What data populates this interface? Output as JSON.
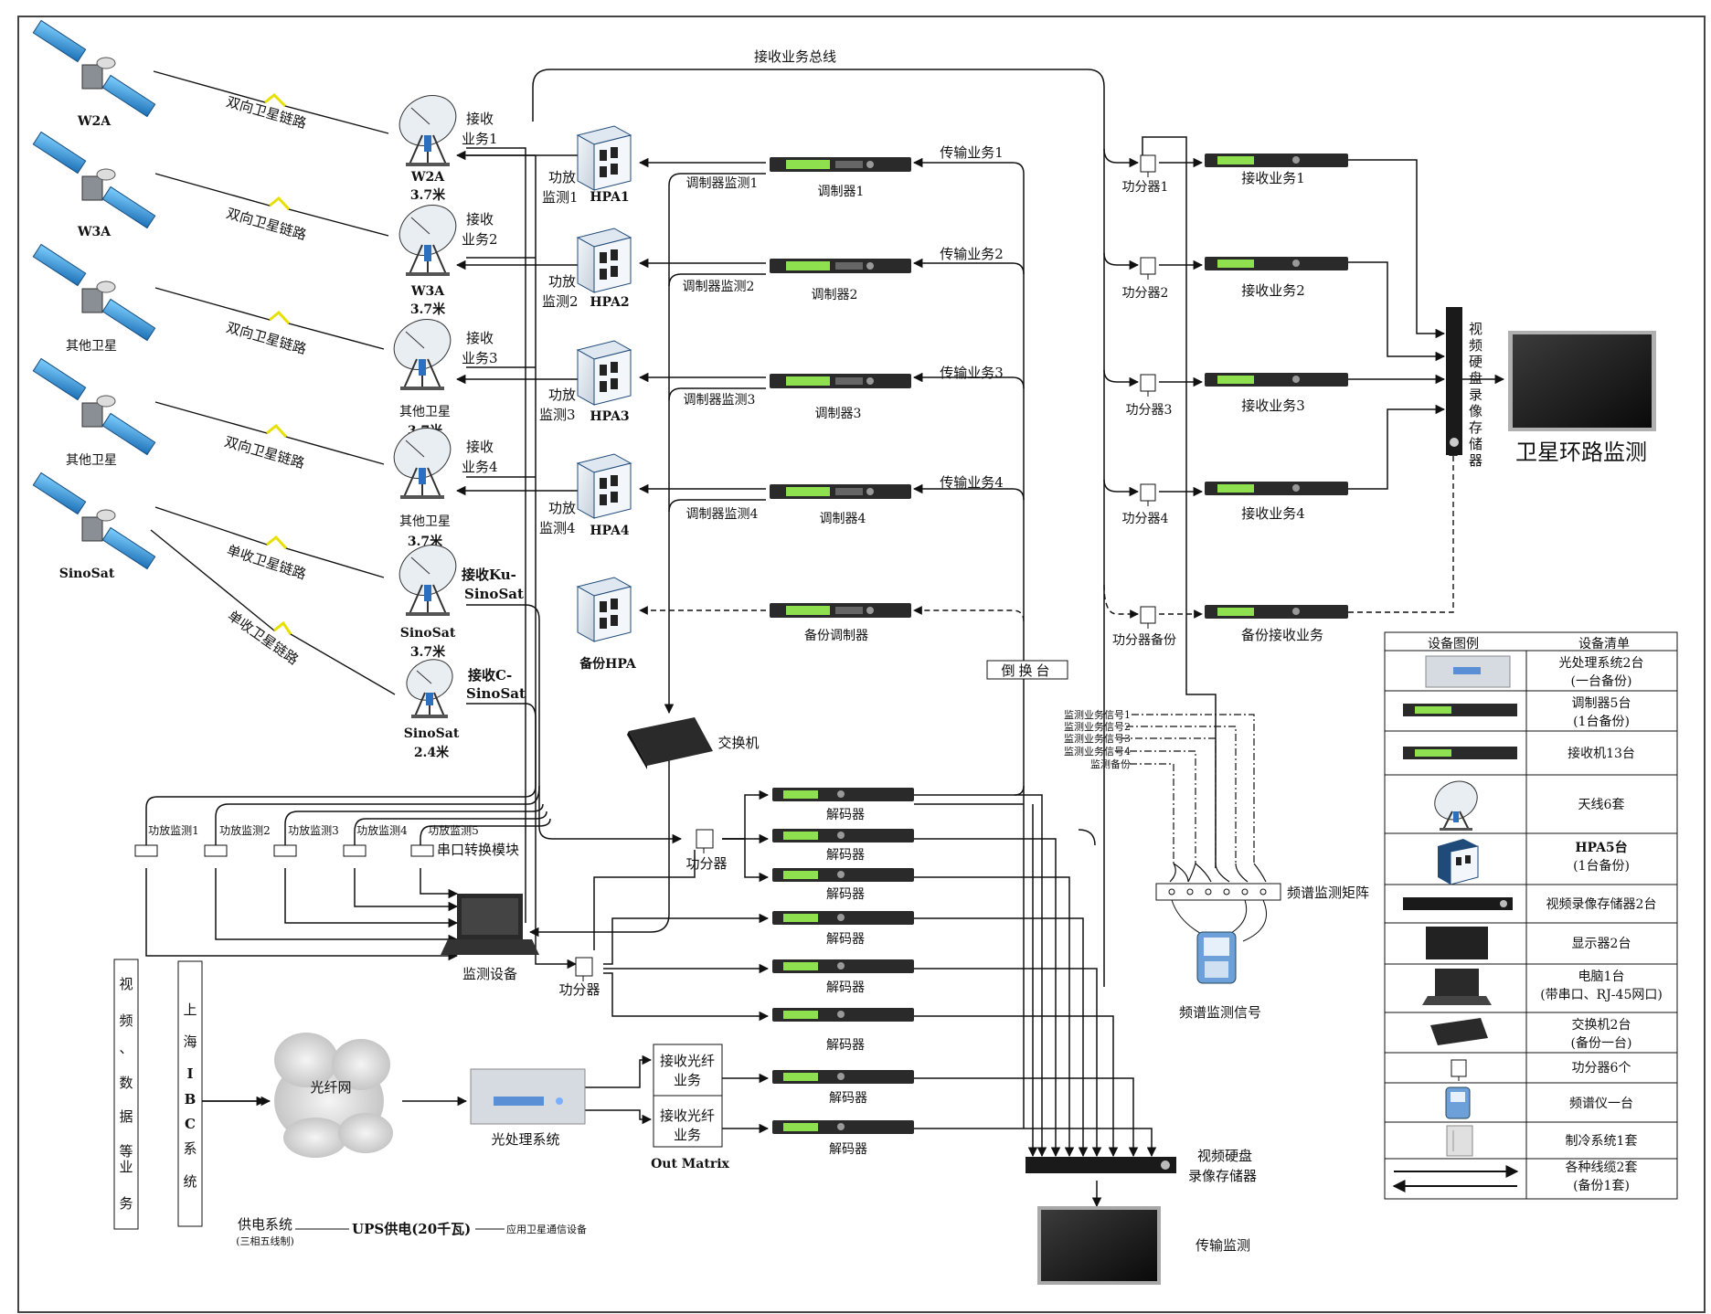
{
  "satellites": [
    {
      "name": "W2A",
      "link": "双向卫星链路"
    },
    {
      "name": "W3A",
      "link": "双向卫星链路"
    },
    {
      "name": "其他卫星",
      "link": "双向卫星链路"
    },
    {
      "name": "其他卫星",
      "link": "双向卫星链路"
    },
    {
      "name": "SinoSat",
      "link": "单收卫星链路",
      "link2": "单收卫星链路"
    }
  ],
  "antennas": [
    {
      "name": "W2A",
      "size": "3.7米",
      "rx_l1": "接收",
      "rx_l2": "业务1"
    },
    {
      "name": "W3A",
      "size": "3.7米",
      "rx_l1": "接收",
      "rx_l2": "业务2"
    },
    {
      "name": "其他卫星",
      "size": "3.7米",
      "rx_l1": "接收",
      "rx_l2": "业务3"
    },
    {
      "name": "其他卫星",
      "size": "3.7米",
      "rx_l1": "接收",
      "rx_l2": "业务4"
    },
    {
      "name": "SinoSat",
      "size": "3.7米",
      "rx_l1": "接收Ku-",
      "rx_l2": "SinoSat"
    },
    {
      "name": "SinoSat",
      "size": "2.4米",
      "rx_l1": "接收C-",
      "rx_l2": "SinoSat"
    }
  ],
  "hpas": [
    {
      "name": "HPA1",
      "mon_l1": "功放",
      "mon_l2": "监测1"
    },
    {
      "name": "HPA2",
      "mon_l1": "功放",
      "mon_l2": "监测2"
    },
    {
      "name": "HPA3",
      "mon_l1": "功放",
      "mon_l2": "监测3"
    },
    {
      "name": "HPA4",
      "mon_l1": "功放",
      "mon_l2": "监测4"
    },
    {
      "name": "备份HPA",
      "mon_l1": "",
      "mon_l2": ""
    }
  ],
  "modulators": [
    {
      "name": "调制器1",
      "monitor": "调制器监测1",
      "transport": "传输业务1"
    },
    {
      "name": "调制器2",
      "monitor": "调制器监测2",
      "transport": "传输业务2"
    },
    {
      "name": "调制器3",
      "monitor": "调制器监测3",
      "transport": "传输业务3"
    },
    {
      "name": "调制器4",
      "monitor": "调制器监测4",
      "transport": "传输业务4"
    },
    {
      "name": "备份调制器",
      "monitor": "",
      "transport": ""
    }
  ],
  "bus_label": "接收业务总线",
  "splitters_right": [
    "功分器1",
    "功分器2",
    "功分器3",
    "功分器4",
    "功分器备份"
  ],
  "receivers": [
    "接收业务1",
    "接收业务2",
    "接收业务3",
    "接收业务4",
    "备份接收业务"
  ],
  "recorder_vertical": "视频硬盘录像存储器",
  "loop_monitor": "卫星环路监测",
  "switch_box": "倒换台",
  "switch_device": "交换机",
  "serial_module": "串口转换模块",
  "hpa_monitors": [
    "功放监测1",
    "功放监测2",
    "功放监测3",
    "功放监测4",
    "功放监测5"
  ],
  "monitoring_equipment": "监测设备",
  "splitter_labels": [
    "功分器",
    "功分器"
  ],
  "decoders": [
    "解码器",
    "解码器",
    "解码器",
    "解码器",
    "解码器",
    "解码器",
    "解码器",
    "解码器"
  ],
  "spectrum_signals": [
    "监测业务信号1",
    "监测业务信号2",
    "监测业务信号3",
    "监测业务信号4",
    "监测备份"
  ],
  "spectrum_matrix": "频谱监测矩阵",
  "spectrum_signal_label": "频谱监测信号",
  "left_box1": [
    "视",
    "频",
    "、",
    "数",
    "据",
    "等",
    "业",
    "务"
  ],
  "left_box2": [
    "上",
    "海",
    "I",
    "B",
    "C",
    "系",
    "统"
  ],
  "fiber_net": "光纤网",
  "optical_system": "光处理系统",
  "fiber_rx": [
    {
      "l1": "接收光纤",
      "l2": "业务"
    },
    {
      "l1": "接收光纤",
      "l2": "业务"
    }
  ],
  "out_matrix": "Out  Matrix",
  "recorder_bottom_l1": "视频硬盘",
  "recorder_bottom_l2": "录像存储器",
  "transport_monitor": "传输监测",
  "power": {
    "system": "供电系统",
    "system_sub": "(三相五线制)",
    "ups": "UPS供电(20千瓦)",
    "apply": "应用卫星通信设备"
  },
  "legend": {
    "header_left": "设备图例",
    "header_right": "设备清单",
    "rows": [
      {
        "icon": "optical-system-icon",
        "l1": "光处理系统2台",
        "l2": "(一台备份)"
      },
      {
        "icon": "modulator-icon",
        "l1": "调制器5台",
        "l2": "(1台备份)"
      },
      {
        "icon": "receiver-icon",
        "l1": "接收机13台",
        "l2": ""
      },
      {
        "icon": "antenna-icon",
        "l1": "天线6套",
        "l2": ""
      },
      {
        "icon": "hpa-icon",
        "l1": "HPA5台",
        "l2": "(1台备份)"
      },
      {
        "icon": "recorder-icon",
        "l1": "视频录像存储器2台",
        "l2": ""
      },
      {
        "icon": "monitor-icon",
        "l1": "显示器2台",
        "l2": ""
      },
      {
        "icon": "laptop-icon",
        "l1": "电脑1台",
        "l2": "(带串口、RJ-45网口)"
      },
      {
        "icon": "switch-icon",
        "l1": "交换机2台",
        "l2": "(备份一台)"
      },
      {
        "icon": "splitter-icon",
        "l1": "功分器6个",
        "l2": ""
      },
      {
        "icon": "spectrum-analyzer-icon",
        "l1": "频谱仪一台",
        "l2": ""
      },
      {
        "icon": "cooling-system-icon",
        "l1": "制冷系统1套",
        "l2": ""
      },
      {
        "icon": "cable-arrows-icon",
        "l1": "各种线缆2套",
        "l2": "(备份1套)"
      }
    ]
  },
  "colors": {
    "line": "#111111",
    "lightning": "#e8e000",
    "satellite_panel": "#3a9ad9",
    "screen": "#1c1c1c"
  }
}
